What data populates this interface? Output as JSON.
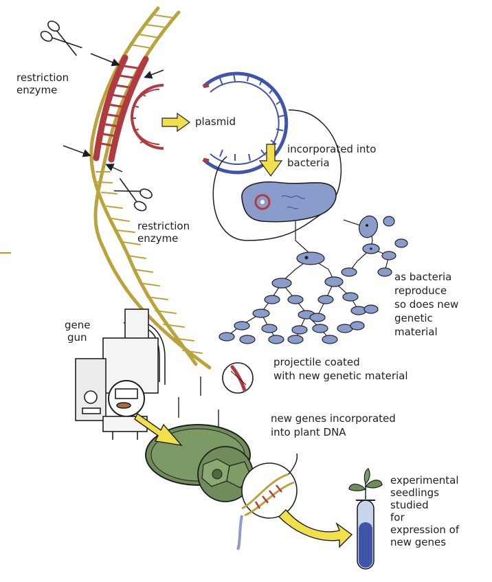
{
  "labels": {
    "restriction_enzyme_top": [
      "restriction",
      "enzyme"
    ],
    "plasmid": "plasmid",
    "incorporated_into_bacteria": [
      "incorporated into",
      "bacteria"
    ],
    "restriction_enzyme_bottom": [
      "restriction",
      "enzyme"
    ],
    "bacteria_reproduce": [
      "as bacteria",
      "reproduce",
      "so does new",
      "genetic",
      "material"
    ],
    "gene_gun": [
      "gene",
      "gun"
    ],
    "projectile": [
      "projectile coated",
      "with new genetic material"
    ],
    "new_genes": [
      "new genes incorporated",
      "into plant DNA"
    ],
    "seedlings": [
      "experimental",
      "seedlings",
      "studied",
      "for",
      "expression of",
      "new genes"
    ]
  },
  "colors": {
    "dna_strand": "#b9a33a",
    "cut_segment": "#b03a3f",
    "plasmid_ring": "#3f55a8",
    "bacteria_fill": "#8a9ccc",
    "plant_cell": "#6f8c5a",
    "arrow_yellow": "#f2e04a",
    "ink": "#1e1e1e"
  },
  "icons": [
    "scissors-icon",
    "gene-gun-icon",
    "test-tube-icon",
    "seedling-icon"
  ]
}
